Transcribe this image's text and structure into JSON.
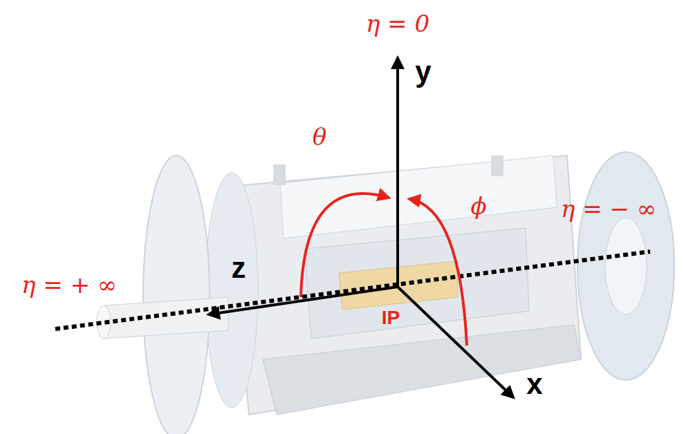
{
  "diagram": {
    "labels": [
      "η = 0",
      "y",
      "θ",
      "ϕ",
      "η = − ∞",
      "z",
      "η = + ∞",
      "IP",
      "x"
    ]
  }
}
